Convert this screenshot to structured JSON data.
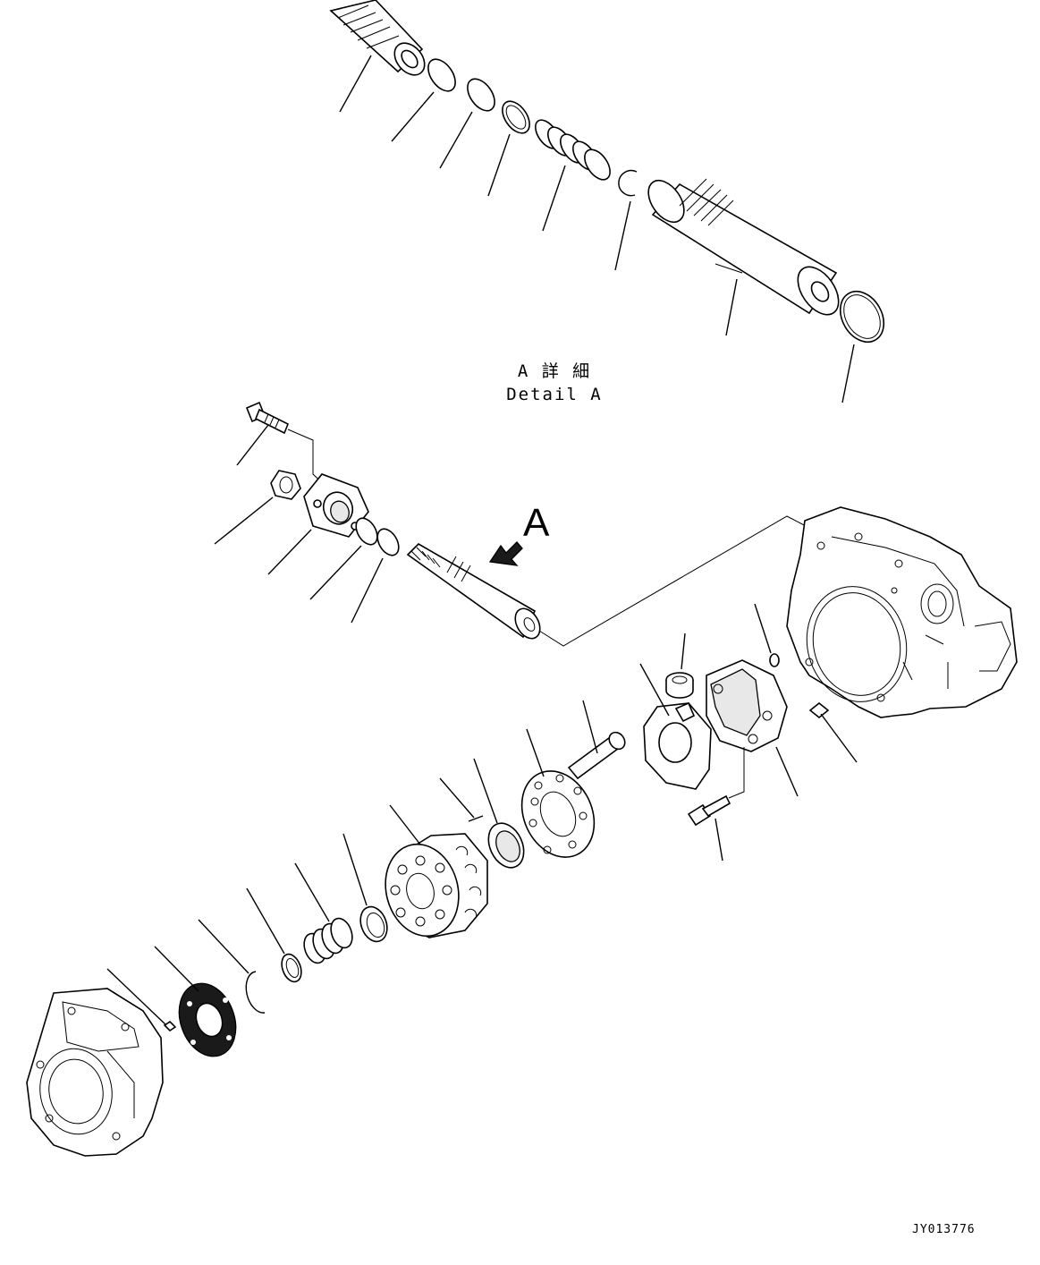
{
  "detail_label": {
    "line1": "A 詳 細",
    "line2": "Detail A"
  },
  "view_marker": "A",
  "drawing_code": "JY013776"
}
